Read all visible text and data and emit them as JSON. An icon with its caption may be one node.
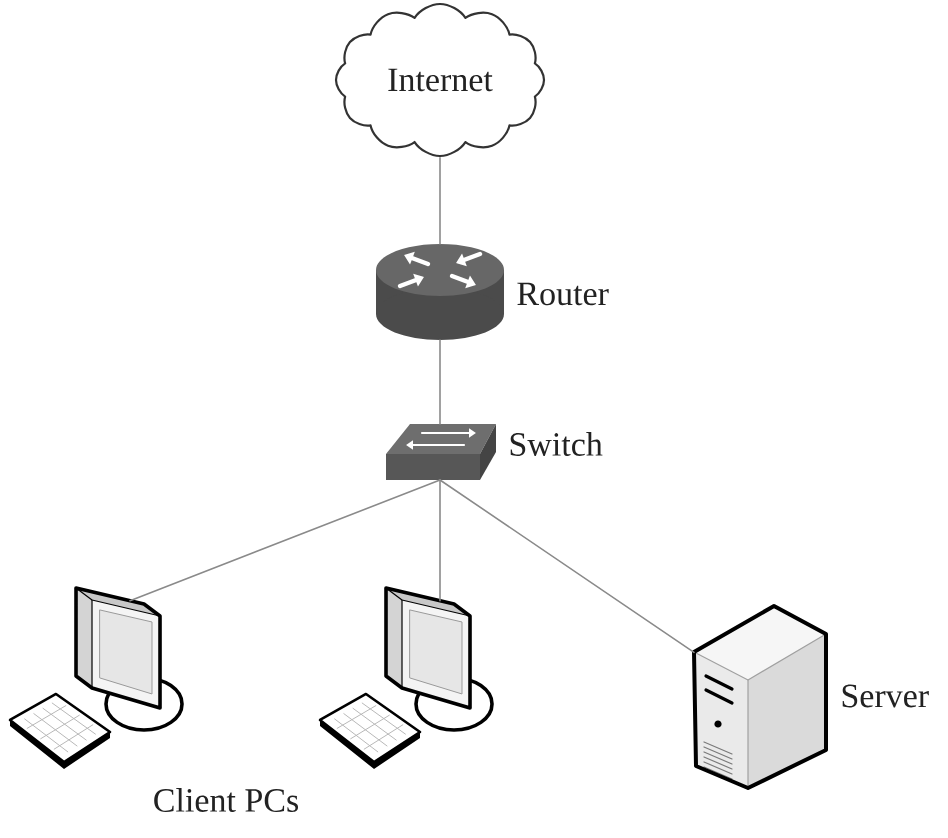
{
  "diagram": {
    "nodes": [
      {
        "text": [
          "Internet"
        ]
      },
      {
        "text": [],
        "shape": "picture",
        "beside": [
          "Router"
        ]
      },
      {
        "text": [],
        "shape": "picture",
        "beside": [
          "Switch"
        ]
      },
      {
        "text": [],
        "shape": "picture"
      },
      {
        "text": [],
        "shape": "picture"
      },
      {
        "text": [],
        "shape": "picture",
        "beside": [
          "Server"
        ]
      }
    ],
    "edges": [
      {
        "from": 0,
        "to": 1,
        "arrow": "none"
      },
      {
        "from": 1,
        "to": 2,
        "arrow": "none"
      },
      {
        "from": 2,
        "to": 3,
        "arrow": "none"
      },
      {
        "from": 2,
        "to": 4,
        "arrow": "none"
      },
      {
        "from": 2,
        "to": 5,
        "arrow": "none"
      }
    ],
    "labels": [
      "Client PCs"
    ]
  }
}
